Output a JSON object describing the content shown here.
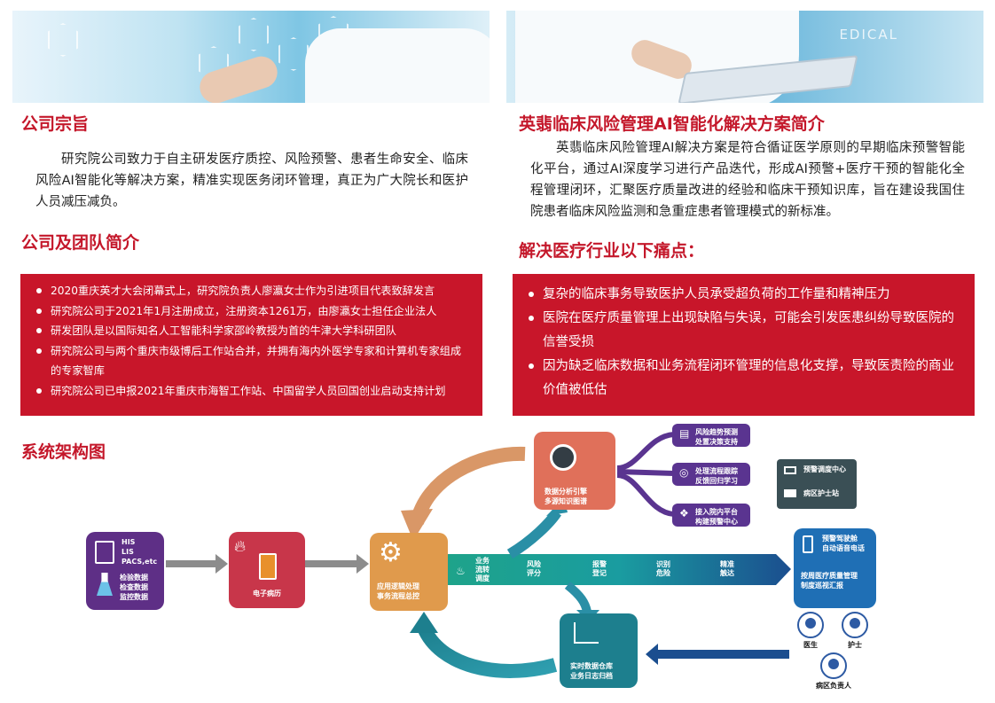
{
  "banner_left": {
    "alt_icons": [
      "hexagon-icon"
    ]
  },
  "banner_right": {
    "overlay_text": "EDICAL"
  },
  "company_purpose": {
    "title": "公司宗旨",
    "paragraph": "研究院公司致力于自主研发医疗质控、风险预警、患者生命安全、临床风险AI智能化等解决方案，精准实现医务闭环管理，真正为广大院长和医护人员减压减负。"
  },
  "team_intro": {
    "title": "公司及团队简介",
    "items": [
      "2020重庆英才大会闭幕式上，研究院负责人廖瀛女士作为引进项目代表致辞发言",
      "研究院公司于2021年1月注册成立，注册资本1261万，由廖瀛女士担任企业法人",
      "研发团队是以国际知名人工智能科学家邵岭教授为首的牛津大学科研团队",
      "研究院公司与两个重庆市级博后工作站合并，并拥有海内外医学专家和计算机专家组成的专家智库",
      "研究院公司已申报2021年重庆市海智工作站、中国留学人员回国创业启动支持计划"
    ]
  },
  "solution_intro": {
    "title": "英翡临床风险管理AI智能化解决方案简介",
    "paragraph": "英翡临床风险管理AI解决方案是符合循证医学原则的早期临床预警智能化平台，通过AI深度学习进行产品迭代，形成AI预警+医疗干预的智能化全程管理闭环，汇聚医疗质量改进的经验和临床干预知识库，旨在建设我国住院患者临床风险监测和急重症患者管理模式的新标准。"
  },
  "pain_points": {
    "title": "解决医疗行业以下痛点：",
    "items": [
      "复杂的临床事务导致医护人员承受超负荷的工作量和精神压力",
      "医院在医疗质量管理上出现缺陷与失误，可能会引发医患纠纷导致医院的信誉受损",
      "因为缺乏临床数据和业务流程闭环管理的信息化支撑，导致医责险的商业价值被低估"
    ]
  },
  "architecture": {
    "title": "系统架构图",
    "source_card": {
      "lines": [
        "HIS",
        "LIS",
        "PACS,etc"
      ],
      "data_lines": [
        "检验数据",
        "检查数据",
        "监控数据"
      ]
    },
    "emr_card": {
      "label": "电子病历"
    },
    "engine_card": {
      "label_1": "应用逻辑处理",
      "label_2": "事务流程总控"
    },
    "analysis_card": {
      "label_1": "数据分析引擎",
      "label_2": "多源知识图谱"
    },
    "warehouse_card": {
      "label_1": "实时数据仓库",
      "label_2": "业务日志归档"
    },
    "analysis_outputs": [
      {
        "line1": "风险趋势预测",
        "line2": "处置决策支持"
      },
      {
        "line1": "处理流程跟踪",
        "line2": "反馈回归学习"
      },
      {
        "line1": "接入院内平台",
        "line2": "构建预警中心"
      }
    ],
    "stations": [
      "预警调度中心",
      "病区护士站"
    ],
    "flow_labels": [
      {
        "line1": "业务",
        "line2": "流转",
        "line3": "调度"
      },
      {
        "line1": "风险",
        "line2": "评分"
      },
      {
        "line1": "报警",
        "line2": "登记"
      },
      {
        "line1": "识别",
        "line2": "危险"
      },
      {
        "line1": "精准",
        "line2": "触达"
      }
    ],
    "alert_card": {
      "line1": "预警驾驶舱",
      "line2": "自动语音电话",
      "line3": "按周医疗质量管理",
      "line4": "制度巡视汇报"
    },
    "roles": [
      "医生",
      "护士",
      "病区负责人"
    ]
  }
}
